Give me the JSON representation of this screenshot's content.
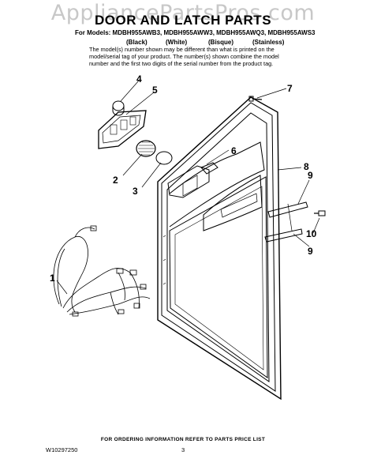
{
  "watermark": "AppliancePartsPros.com",
  "title": "DOOR AND LATCH PARTS",
  "models_line": "For Models: MDBH955AWB3, MDBH955AWW3, MDBH955AWQ3, MDBH955AWS3",
  "finishes": [
    "(Black)",
    "(White)",
    "(Bisque)",
    "(Stainless)"
  ],
  "note": "The model(s) number shown may be different than what is printed on the model/serial tag of your product. The number(s) shown combine the model number and the first two digits of the serial number from the product tag.",
  "callouts": {
    "c1": "1",
    "c2": "2",
    "c3": "3",
    "c4": "4",
    "c5": "5",
    "c6": "6",
    "c7": "7",
    "c8": "8",
    "c9a": "9",
    "c9b": "9",
    "c10": "10"
  },
  "footer_note": "FOR ORDERING INFORMATION REFER TO PARTS PRICE LIST",
  "doc_number": "W10297250",
  "page_number": "3"
}
